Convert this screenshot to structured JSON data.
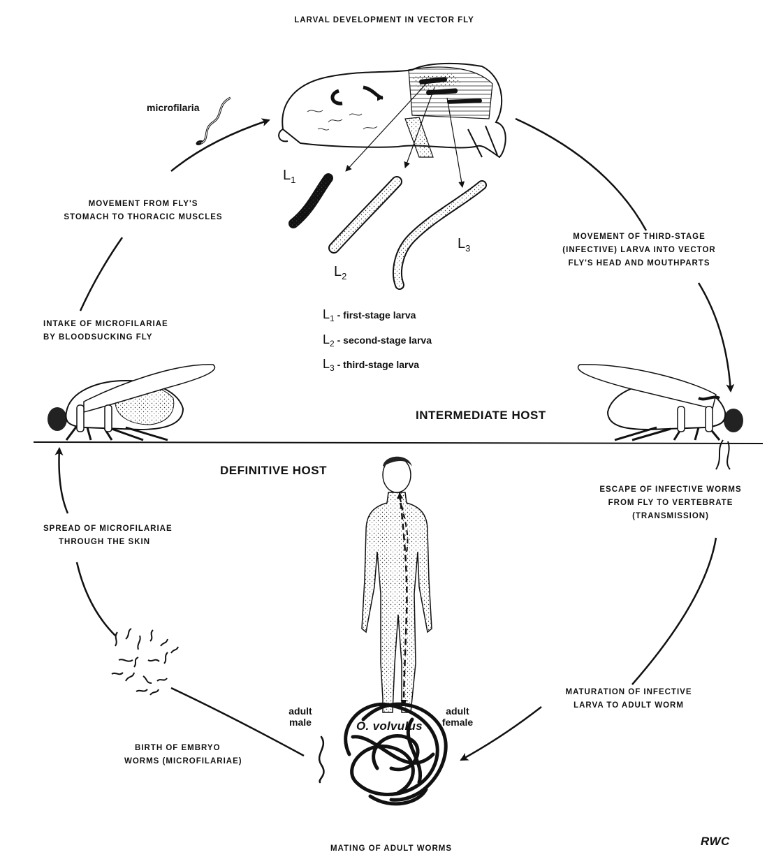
{
  "title": "LARVAL DEVELOPMENT IN VECTOR FLY",
  "hosts": {
    "intermediate": "INTERMEDIATE HOST",
    "definitive": "DEFINITIVE HOST"
  },
  "labels": {
    "microfilaria": "microfilaria",
    "movement_stomach": [
      "MOVEMENT FROM FLY'S",
      "STOMACH TO THORACIC MUSCLES"
    ],
    "movement_third": [
      "MOVEMENT OF THIRD-STAGE",
      "(INFECTIVE) LARVA INTO VECTOR",
      "FLY'S HEAD AND MOUTHPARTS"
    ],
    "intake": [
      "INTAKE OF MICROFILARIAE",
      "BY BLOODSUCKING FLY"
    ],
    "escape": [
      "ESCAPE OF INFECTIVE WORMS",
      "FROM FLY TO VERTEBRATE",
      "(TRANSMISSION)"
    ],
    "spread": [
      "SPREAD OF MICROFILARIAE",
      "THROUGH THE SKIN"
    ],
    "maturation": [
      "MATURATION OF INFECTIVE",
      "LARVA TO ADULT WORM"
    ],
    "birth": [
      "BIRTH OF EMBRYO",
      "WORMS (MICROFILARIAE)"
    ],
    "mating": "MATING OF ADULT WORMS",
    "species": "O. volvulus",
    "adult_male": [
      "adult",
      "male"
    ],
    "adult_female": [
      "adult",
      "female"
    ],
    "signature": "RWC"
  },
  "stages": [
    {
      "letter": "L",
      "num": "1",
      "desc": "first-stage larva"
    },
    {
      "letter": "L",
      "num": "2",
      "desc": "second-stage larva"
    },
    {
      "letter": "L",
      "num": "3",
      "desc": "third-stage larva"
    }
  ],
  "key_dash": " - "
}
